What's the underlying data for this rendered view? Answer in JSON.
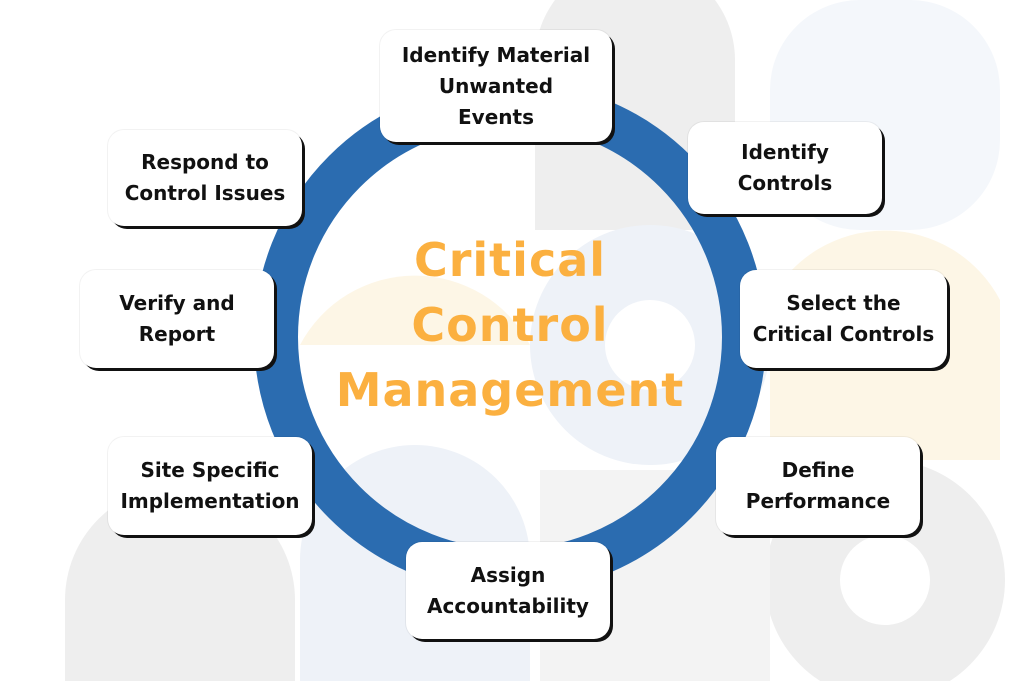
{
  "title": [
    "Critical",
    "Control",
    "Management"
  ],
  "steps": [
    {
      "id": "identify-material-unwanted-events",
      "lines": [
        "Identify Material",
        "Unwanted",
        "Events"
      ]
    },
    {
      "id": "identify-controls",
      "lines": [
        "Identify",
        "Controls"
      ]
    },
    {
      "id": "select-critical-controls",
      "lines": [
        "Select the",
        "Critical Controls"
      ]
    },
    {
      "id": "define-performance",
      "lines": [
        "Define",
        "Performance"
      ]
    },
    {
      "id": "assign-accountability",
      "lines": [
        "Assign",
        "Accountability"
      ]
    },
    {
      "id": "site-specific-implementation",
      "lines": [
        "Site Specific",
        "Implementation"
      ]
    },
    {
      "id": "verify-and-report",
      "lines": [
        "Verify and",
        "Report"
      ]
    },
    {
      "id": "respond-to-control-issues",
      "lines": [
        "Respond to",
        "Control Issues"
      ]
    }
  ],
  "colors": {
    "ring": "#2b6cb0",
    "title": "#fbb040",
    "box_shadow": "#111111"
  }
}
